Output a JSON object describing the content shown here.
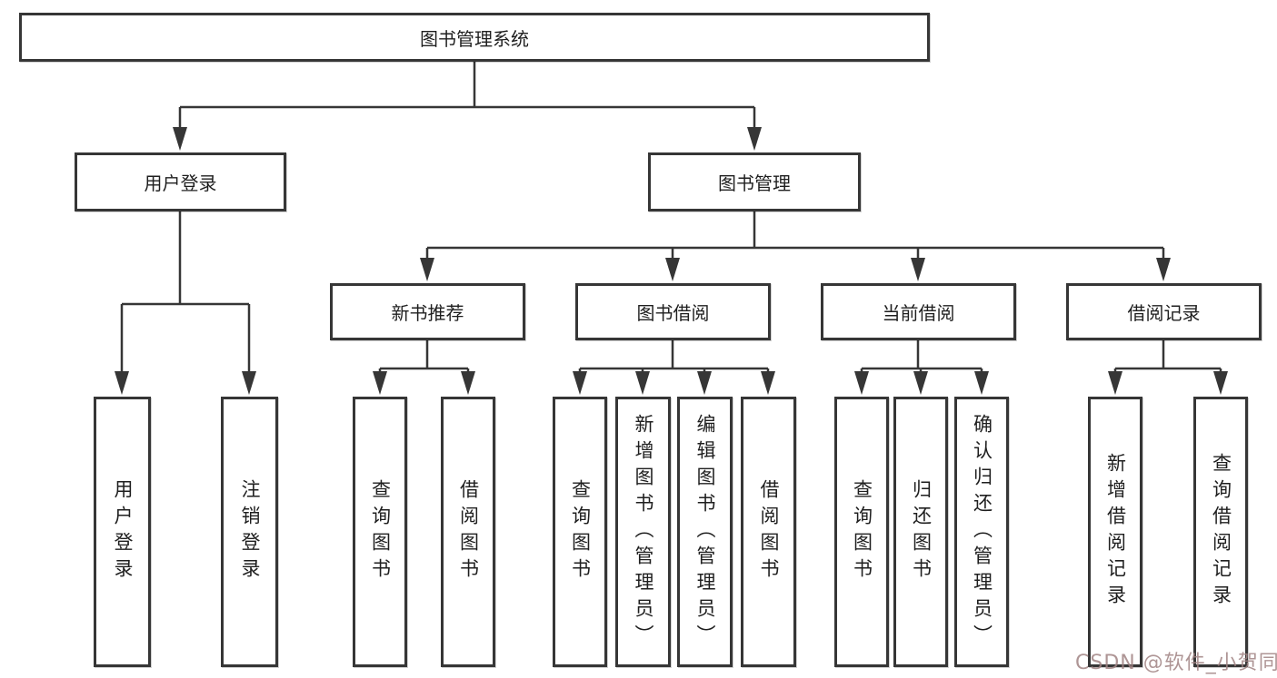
{
  "diagram_title": "图书管理系统",
  "nodes": {
    "root": {
      "label": "图书管理系统"
    },
    "level2": [
      {
        "label": "用户登录",
        "children": [
          "用户登录",
          "注销登录"
        ]
      },
      {
        "label": "图书管理"
      }
    ],
    "level3": [
      {
        "label": "新书推荐",
        "children": [
          "查询图书",
          "借阅图书"
        ]
      },
      {
        "label": "图书借阅",
        "children": [
          "查询图书",
          "新增图书（管理员）",
          "编辑图书（管理员）",
          "借阅图书"
        ]
      },
      {
        "label": "当前借阅",
        "children": [
          "查询图书",
          "归还图书",
          "确认归还（管理员）"
        ]
      },
      {
        "label": "借阅记录",
        "children": [
          "新增借阅记录",
          "查询借阅记录"
        ]
      }
    ]
  },
  "watermark": {
    "text": "CSDN @软件_小贺同学",
    "color": "#a08282"
  },
  "colors": {
    "line": "#363636",
    "box_border": "#363636",
    "background": "#ffffff",
    "text": "#1f1f1f"
  }
}
